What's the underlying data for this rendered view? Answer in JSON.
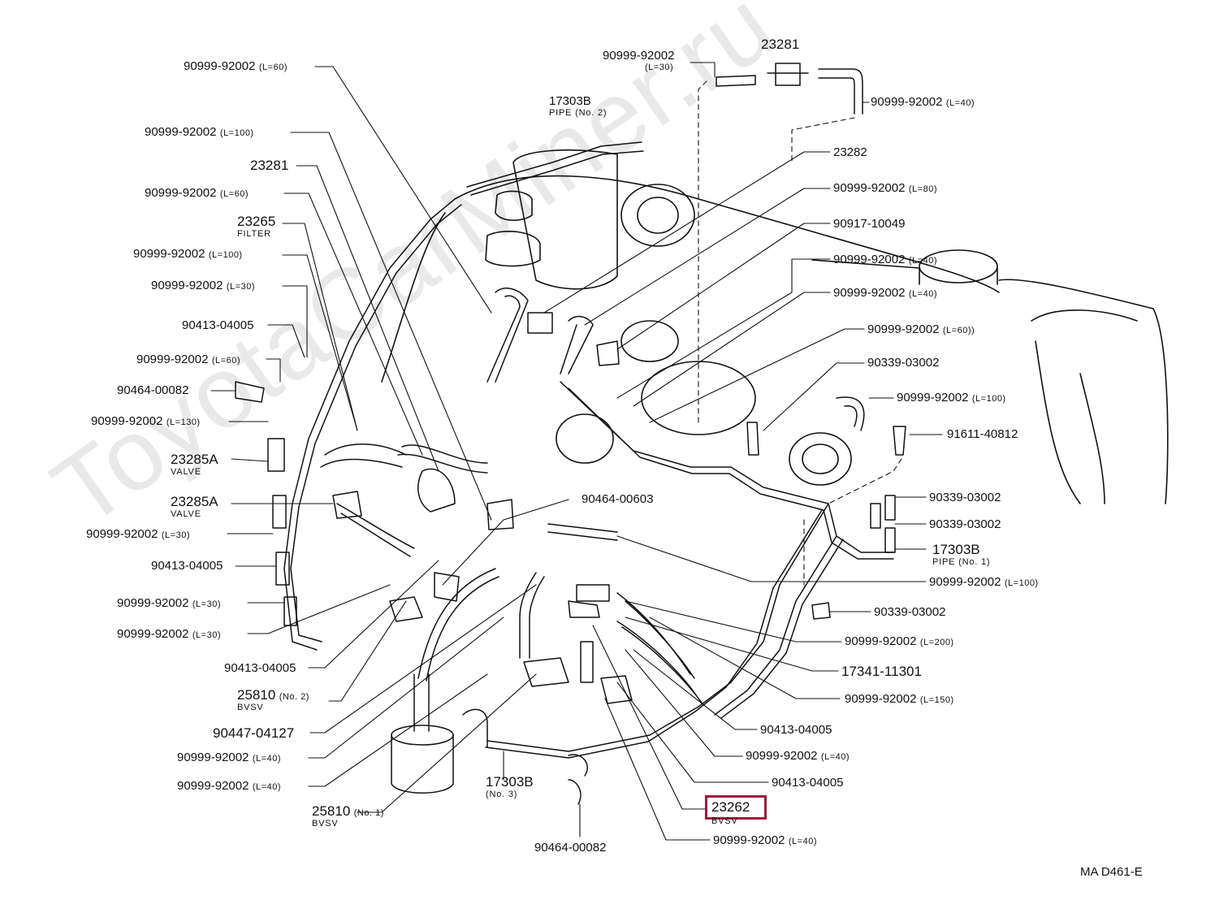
{
  "watermark": "ToyotaCarMiner.ru",
  "drawing_code": "MA D461-E",
  "highlight_color": "#a3123a",
  "labels": [
    {
      "id": "l1",
      "part": "90999-92002",
      "sub": "(L=30)"
    },
    {
      "id": "l2",
      "part": "23281",
      "sub": ""
    },
    {
      "id": "l3",
      "part": "90999-92002",
      "sub": "(L=40)"
    },
    {
      "id": "l4",
      "part": "90999-92002",
      "sub": "(L=60)"
    },
    {
      "id": "l5",
      "part": "17303B",
      "sub": "PIPE (No. 2)"
    },
    {
      "id": "l6",
      "part": "90999-92002",
      "sub": "(L=100)"
    },
    {
      "id": "l7",
      "part": "23281",
      "sub": ""
    },
    {
      "id": "l8",
      "part": "90999-92002",
      "sub": "(L=60)"
    },
    {
      "id": "l9",
      "part": "23265",
      "sub": "FILTER"
    },
    {
      "id": "l10",
      "part": "90999-92002",
      "sub": "(L=100)"
    },
    {
      "id": "l11",
      "part": "90999-92002",
      "sub": "(L=30)"
    },
    {
      "id": "l12",
      "part": "90413-04005",
      "sub": ""
    },
    {
      "id": "l13",
      "part": "90999-92002",
      "sub": "(L=60)"
    },
    {
      "id": "l14",
      "part": "90464-00082",
      "sub": ""
    },
    {
      "id": "l15",
      "part": "90999-92002",
      "sub": "(L=130)"
    },
    {
      "id": "l16",
      "part": "23285A",
      "sub": "VALVE"
    },
    {
      "id": "l17",
      "part": "23285A",
      "sub": "VALVE"
    },
    {
      "id": "l18",
      "part": "90999-92002",
      "sub": "(L=30)"
    },
    {
      "id": "l19",
      "part": "90413-04005",
      "sub": ""
    },
    {
      "id": "l20",
      "part": "90999-92002",
      "sub": "(L=30)"
    },
    {
      "id": "l21",
      "part": "90999-92002",
      "sub": "(L=30)"
    },
    {
      "id": "l22",
      "part": "90413-04005",
      "sub": ""
    },
    {
      "id": "l23",
      "part": "25810",
      "sub": "(No. 2)",
      "sub2": "BVSV"
    },
    {
      "id": "l24",
      "part": "90447-04127",
      "sub": ""
    },
    {
      "id": "l25",
      "part": "90999-92002",
      "sub": "(L=40)"
    },
    {
      "id": "l26",
      "part": "90999-92002",
      "sub": "(L=40)"
    },
    {
      "id": "l27",
      "part": "25810",
      "sub": "(No. 1)",
      "sub2": "BVSV"
    },
    {
      "id": "l28",
      "part": "17303B",
      "sub": "",
      "sub2": "(No. 3)"
    },
    {
      "id": "l29",
      "part": "90464-00082",
      "sub": ""
    },
    {
      "id": "l30",
      "part": "90464-00603",
      "sub": ""
    },
    {
      "id": "l31",
      "part": "23282",
      "sub": ""
    },
    {
      "id": "l32",
      "part": "90999-92002",
      "sub": "(L=80)"
    },
    {
      "id": "l33",
      "part": "90917-10049",
      "sub": ""
    },
    {
      "id": "l34",
      "part": "90999-92002",
      "sub": "(L=40)"
    },
    {
      "id": "l35",
      "part": "90999-92002",
      "sub": "(L=40)"
    },
    {
      "id": "l36",
      "part": "90999-92002",
      "sub": "(L=60))"
    },
    {
      "id": "l37",
      "part": "90339-03002",
      "sub": ""
    },
    {
      "id": "l38",
      "part": "90999-92002",
      "sub": "(L=100)"
    },
    {
      "id": "l39",
      "part": "91611-40812",
      "sub": ""
    },
    {
      "id": "l40",
      "part": "90339-03002",
      "sub": ""
    },
    {
      "id": "l41",
      "part": "90339-03002",
      "sub": ""
    },
    {
      "id": "l42",
      "part": "17303B",
      "sub": "",
      "sub2": "PIPE (No. 1)"
    },
    {
      "id": "l43",
      "part": "90999-92002",
      "sub": "(L=100)"
    },
    {
      "id": "l44",
      "part": "90339-03002",
      "sub": ""
    },
    {
      "id": "l45",
      "part": "90999-92002",
      "sub": "(L=200)"
    },
    {
      "id": "l46",
      "part": "17341-11301",
      "sub": ""
    },
    {
      "id": "l47",
      "part": "90999-92002",
      "sub": "(L=150)"
    },
    {
      "id": "l48",
      "part": "90413-04005",
      "sub": ""
    },
    {
      "id": "l49",
      "part": "90999-92002",
      "sub": "(L=40)"
    },
    {
      "id": "l50",
      "part": "90413-04005",
      "sub": ""
    },
    {
      "id": "l51",
      "part": "23262",
      "sub": "",
      "sub2": "BVSV"
    },
    {
      "id": "l52",
      "part": "90999-92002",
      "sub": "(L=40)"
    }
  ]
}
